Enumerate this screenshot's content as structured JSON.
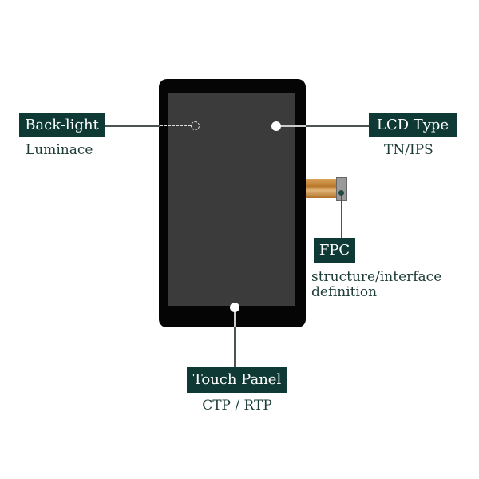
{
  "callouts": {
    "backlight": {
      "title": "Back-light",
      "detail": "Luminace"
    },
    "lcd": {
      "title": "LCD Type",
      "detail": "TN/IPS"
    },
    "fpc": {
      "title": "FPC",
      "detail_line1": "structure/interface",
      "detail_line2": "definition"
    },
    "touch": {
      "title": "Touch Panel",
      "detail": "CTP / RTP"
    }
  },
  "colors": {
    "label_bg": "#0f3934",
    "label_text": "#ffffff",
    "detail_text": "#1e3c38",
    "bezel": "#050505",
    "screen": "#3b3b3b"
  }
}
